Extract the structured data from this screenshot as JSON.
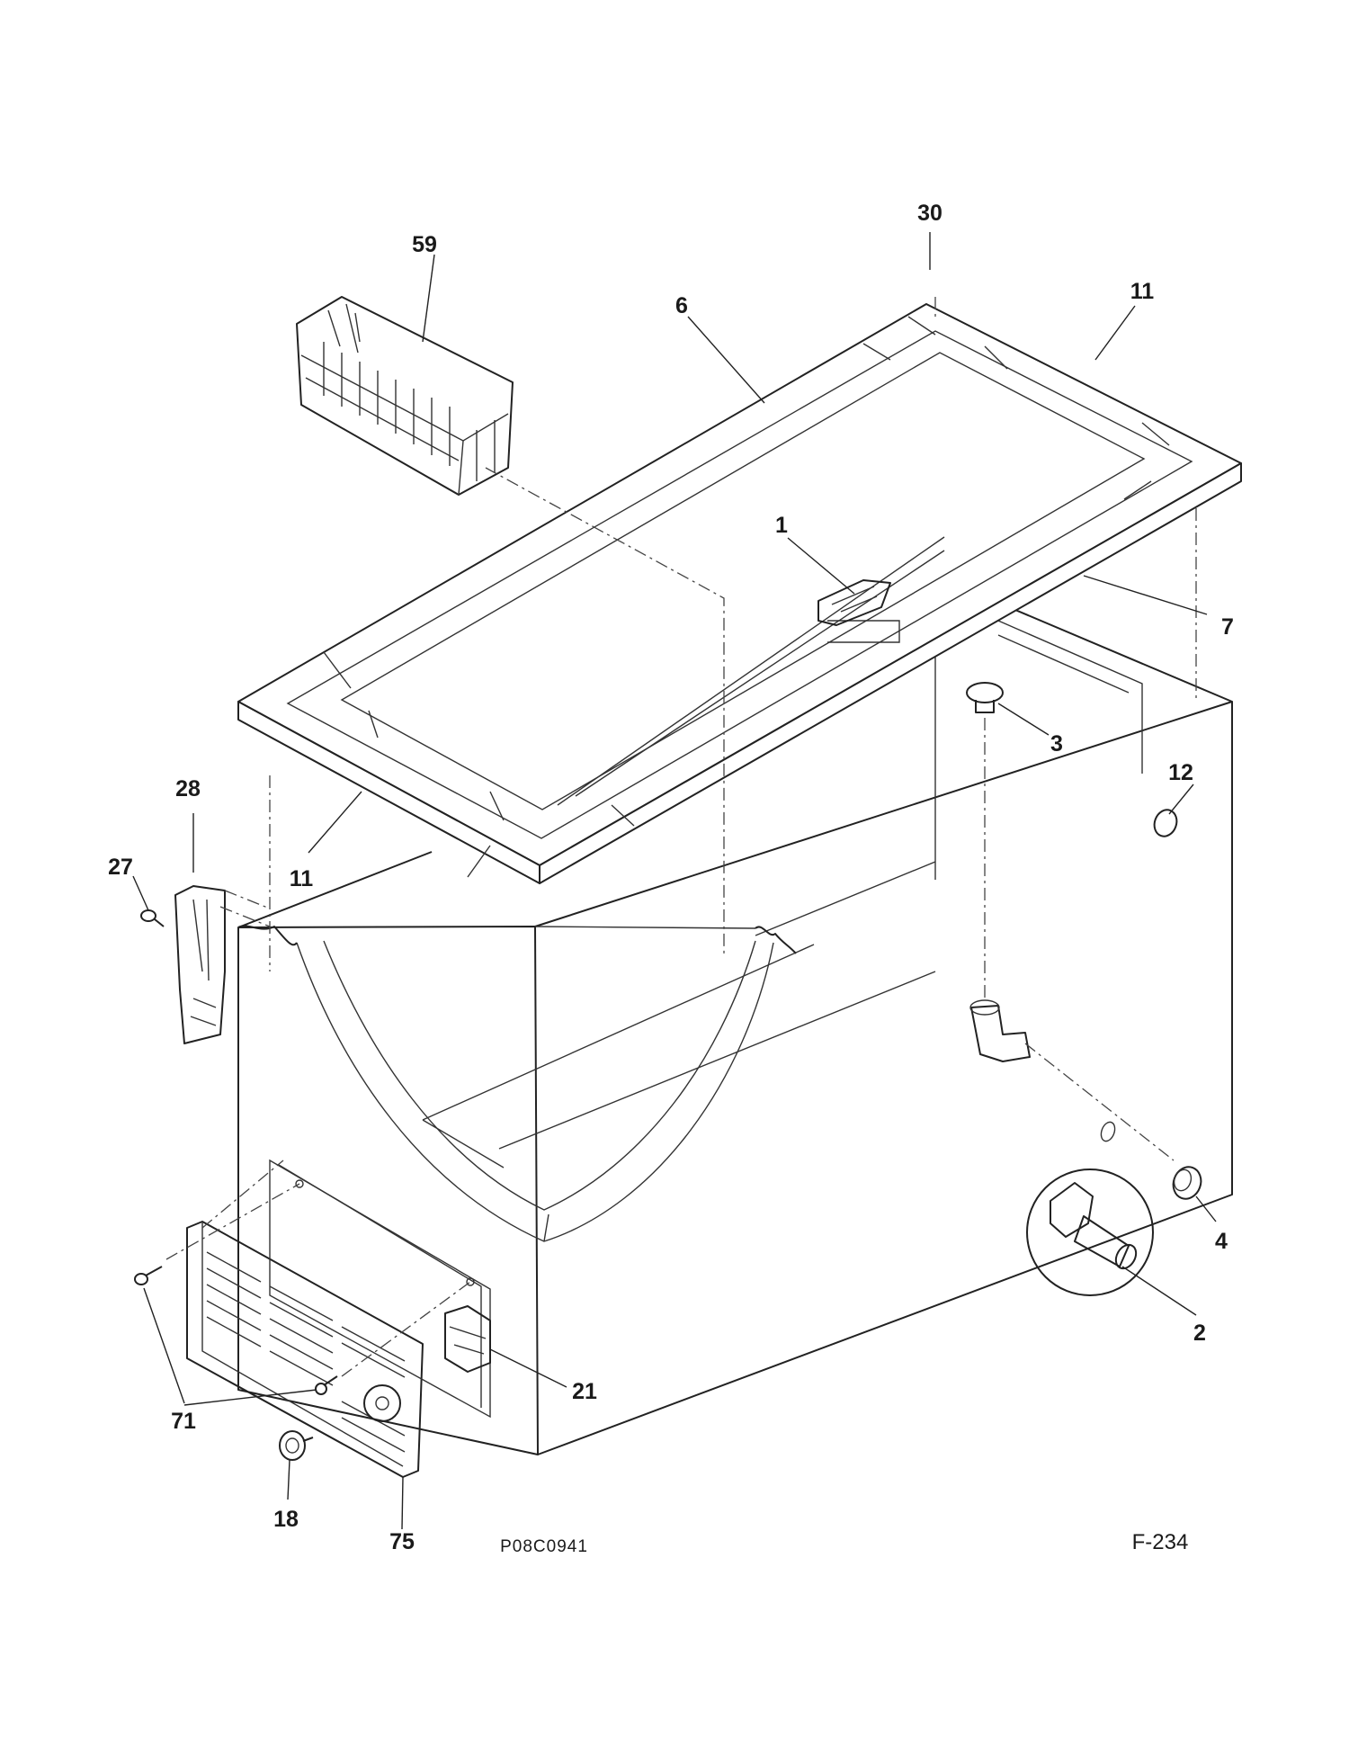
{
  "callouts": {
    "c1": "1",
    "c2": "2",
    "c3": "3",
    "c4": "4",
    "c6": "6",
    "c7": "7",
    "c11a": "11",
    "c11b": "11",
    "c12": "12",
    "c18": "18",
    "c21": "21",
    "c27": "27",
    "c28": "28",
    "c30": "30",
    "c59": "59",
    "c71": "71",
    "c75": "75"
  },
  "footer": {
    "drawing_code": "P08C0941",
    "figure_number": "F-234"
  }
}
